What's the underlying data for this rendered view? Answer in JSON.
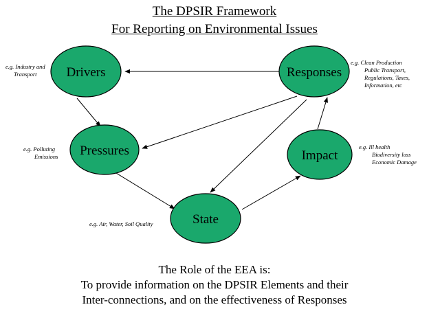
{
  "title_line1": "The DPSIR Framework",
  "title_line2": "For Reporting on Environmental Issues",
  "nodes": {
    "drivers": {
      "label": "Drivers",
      "example": [
        "e.g. Industry and",
        "Transport"
      ]
    },
    "pressures": {
      "label": "Pressures",
      "example": [
        "e.g. Polluting",
        "Emissions"
      ]
    },
    "state": {
      "label": "State",
      "example": [
        "e.g. Air, Water, Soil Quality"
      ]
    },
    "impact": {
      "label": "Impact",
      "example": [
        "e.g. Ill health",
        "Biodiversity loss",
        "Economic Damage"
      ]
    },
    "responses": {
      "label": "Responses",
      "example": [
        "e.g. Clean Production",
        "Public Transport,",
        "Regulations, Taxes,",
        "Information, etc"
      ]
    }
  },
  "node_color": "#1aa86c",
  "footer": [
    "The Role of the EEA is:",
    "To provide information on the DPSIR Elements and their",
    "Inter-connections, and on the effectiveness of Responses"
  ]
}
